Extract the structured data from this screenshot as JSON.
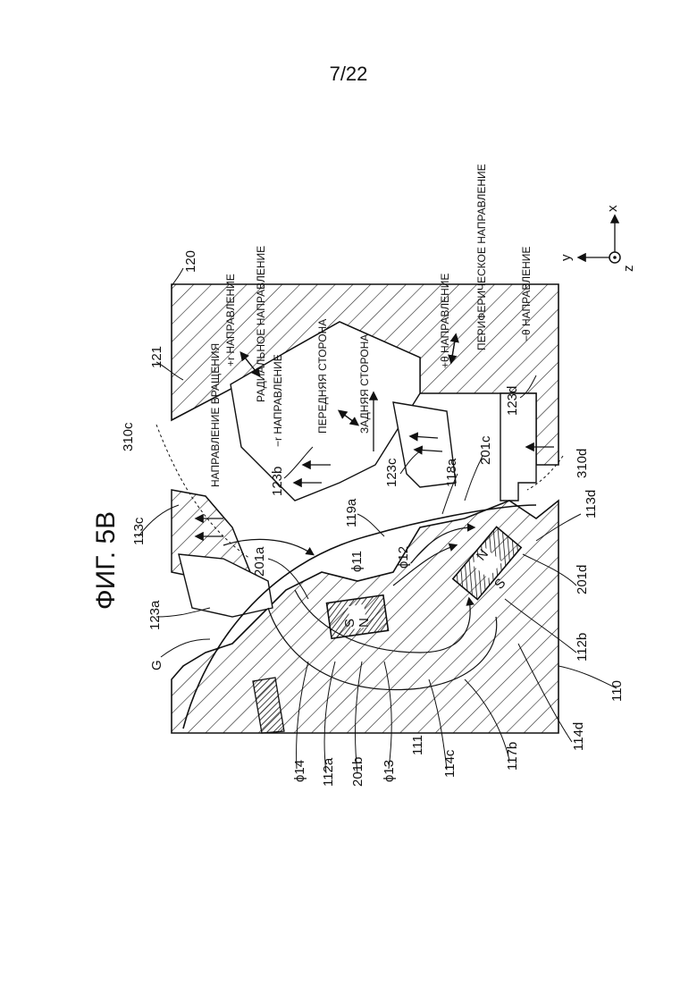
{
  "page_number": "7/22",
  "figure_title": "ФИГ. 5В",
  "axes": {
    "x": "x",
    "y": "y",
    "z": "z"
  },
  "terms": {
    "radial_plus": "+r НАПРАВЛЕНИЕ",
    "radial": "РАДИАЛЬНОЕ НАПРАВЛЕНИЕ",
    "radial_minus": "−r НАПРАВЛЕНИЕ",
    "rotation": "НАПРАВЛЕНИЕ ВРАЩЕНИЯ",
    "front": "ПЕРЕДНЯЯ СТОРОНА",
    "rear": "ЗАДНЯЯ СТОРОНА",
    "theta_plus": "+θ НАПРАВЛЕНИЕ",
    "peripheral": "ПЕРИФЕРИЧЕСКОЕ НАПРАВЛЕНИЕ",
    "theta_minus": "−θ НАПРАВЛЕНИЕ"
  },
  "pole_labels": {
    "s1": "S",
    "n1": "N",
    "n2": "N",
    "s2": "S"
  },
  "reference_labels": {
    "r120": "120",
    "r121": "121",
    "r310c": "310c",
    "r113c": "113c",
    "r123a": "123a",
    "rG": "G",
    "r201a": "201a",
    "r123b": "123b",
    "r119a": "119a",
    "r123c": "123c",
    "r201c": "201c",
    "r118a": "118a",
    "r123d": "123d",
    "r310d": "310d",
    "r113d": "113d",
    "rphi11": "ϕ11",
    "rphi12": "ϕ12",
    "r201d": "201d",
    "r112b": "112b",
    "r110": "110",
    "r114d": "114d",
    "r117b": "117b",
    "r114c": "114c",
    "r111": "111",
    "rphi13": "ϕ13",
    "r201b": "201b",
    "r112a": "112a",
    "rphi14": "ϕ14"
  }
}
